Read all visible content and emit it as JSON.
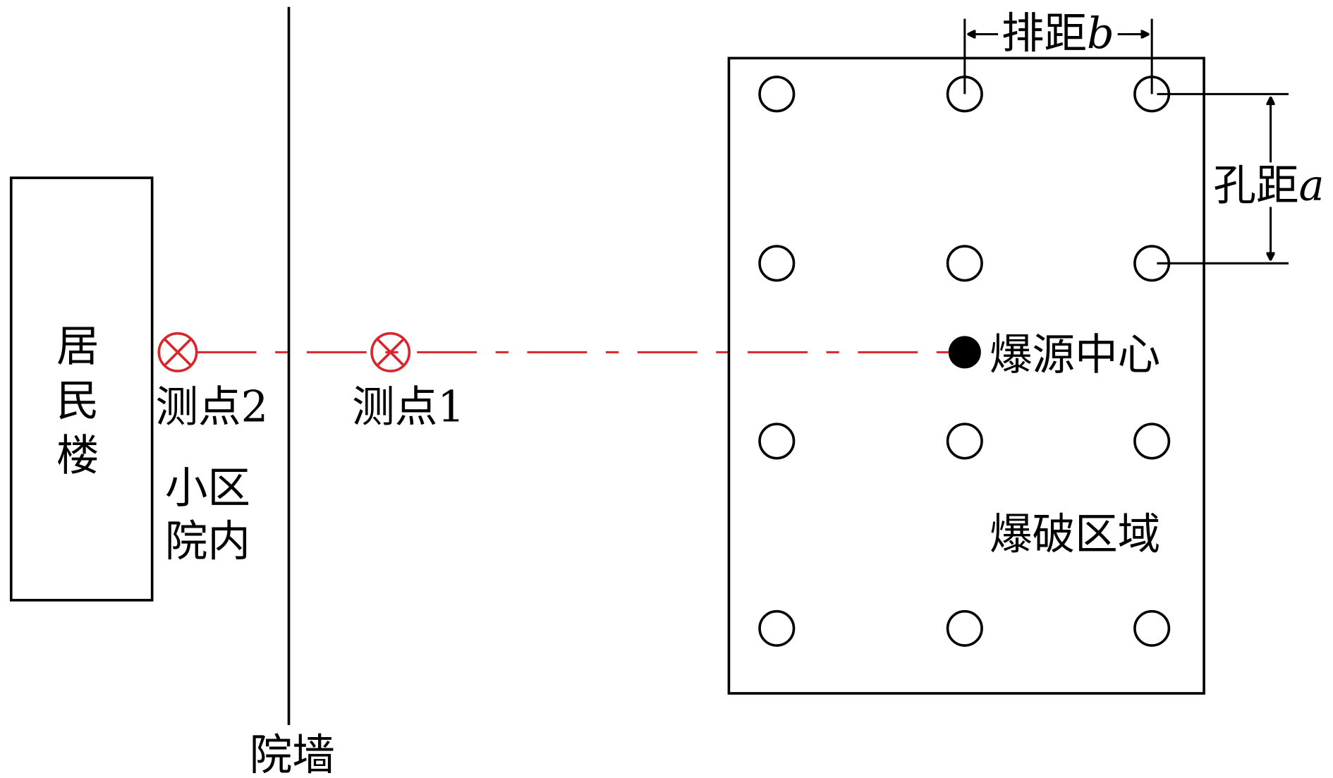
{
  "labels": {
    "building": [
      "居",
      "民",
      "楼"
    ],
    "community": [
      "小区",
      "院内"
    ],
    "wall": "院墙",
    "point2": "测点2",
    "point1": "测点1",
    "blast_center": "爆源中心",
    "blast_area": "爆破区域",
    "row_spacing": "排距",
    "row_spacing_var": "b",
    "hole_spacing": "孔距",
    "hole_spacing_var": "a"
  },
  "colors": {
    "measure": "#d9262b",
    "line": "#000000"
  }
}
